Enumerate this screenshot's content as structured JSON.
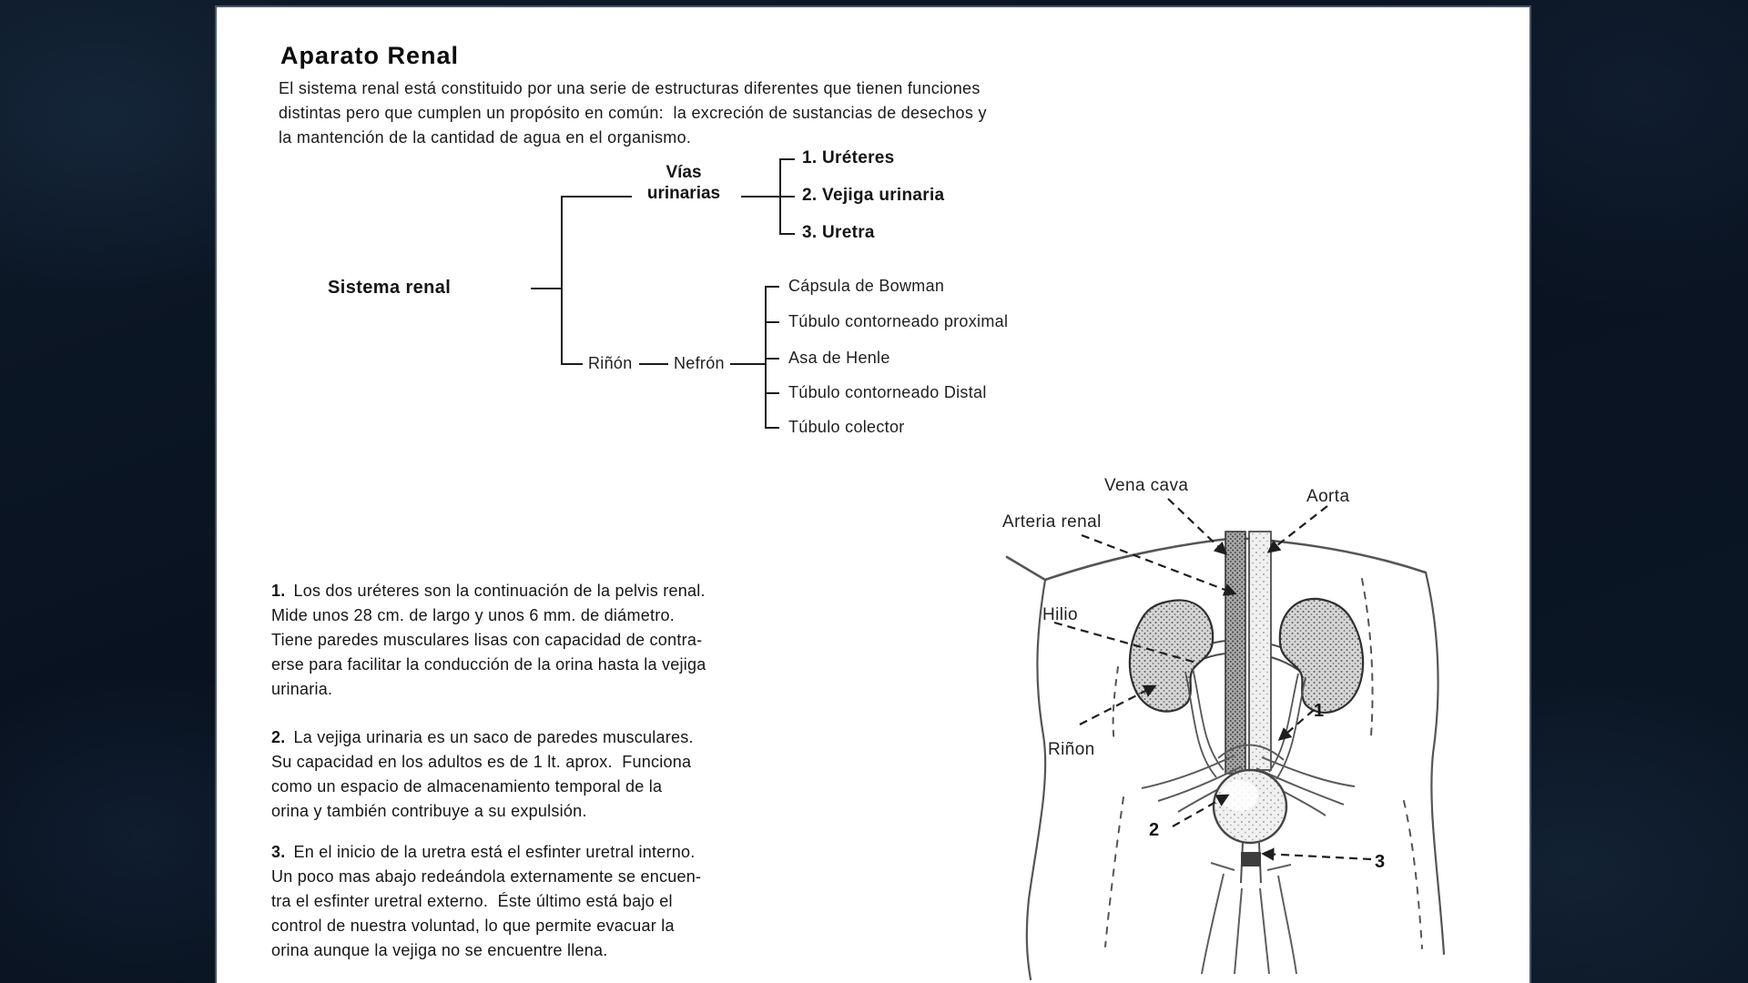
{
  "page": {
    "title": "Aparato Renal",
    "intro_lines": [
      "El sistema renal está constituido por una serie de estructuras diferentes que tienen funciones",
      "distintas pero que cumplen un propósito en común:  la excreción de sustancias de desechos y",
      "la mantención de la cantidad de agua en el organismo."
    ]
  },
  "tree": {
    "root_label": "Sistema renal",
    "vias_line1": "Vías",
    "vias_line2": "urinarias",
    "vias_items": [
      "1. Uréteres",
      "2. Vejiga urinaria",
      "3. Uretra"
    ],
    "rinon_label": "Riñón",
    "nefron_label": "Nefrón",
    "nefron_items": [
      "Cápsula de Bowman",
      "Túbulo contorneado proximal",
      "Asa de Henle",
      "Túbulo contorneado Distal",
      "Túbulo colector"
    ]
  },
  "paragraphs": [
    {
      "number": "1.",
      "lines": [
        "Los dos uréteres son la continuación de la pelvis renal.",
        "Mide unos 28 cm. de largo y unos 6 mm. de diámetro.",
        "Tiene paredes musculares lisas con capacidad de contra-",
        "erse para facilitar la conducción de la orina hasta la vejiga",
        "urinaria."
      ]
    },
    {
      "number": "2.",
      "lines": [
        "La vejiga urinaria es un saco de paredes musculares.",
        "Su capacidad en los adultos es de 1 lt. aprox.  Funciona",
        "como un espacio de almacenamiento temporal de la",
        "orina y también contribuye a su expulsión."
      ]
    },
    {
      "number": "3.",
      "lines": [
        "En el inicio de la uretra está el esfinter uretral interno.",
        "Un poco mas abajo redeándola externamente se encuen-",
        "tra el esfinter uretral externo.  Éste último está bajo el",
        "control de nuestra voluntad, lo que permite evacuar la",
        "orina aunque la vejiga no se encuentre llena."
      ]
    }
  ],
  "figure": {
    "labels": {
      "vena_cava": "Vena cava",
      "aorta": "Aorta",
      "arteria_renal": "Arteria renal",
      "hilio": "Hilio",
      "rinon": "Riñon",
      "num1": "1",
      "num2": "2",
      "num3": "3"
    }
  },
  "colors": {
    "background": "#0b1622",
    "panel": "#ffffff",
    "ink": "#141414"
  }
}
